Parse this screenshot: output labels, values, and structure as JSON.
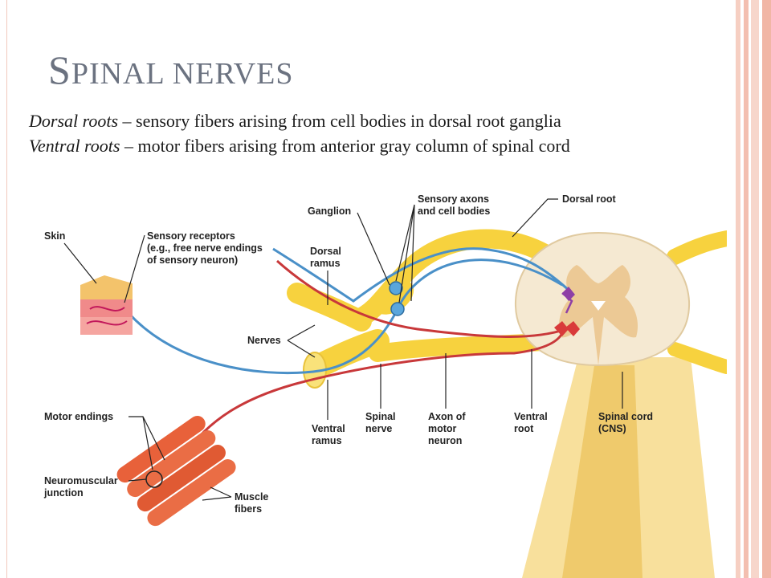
{
  "slide": {
    "title_first": "S",
    "title_rest": "pinal nerves",
    "bullets": [
      {
        "term": "Dorsal roots",
        "text": " – sensory fibers arising from cell bodies in dorsal root ganglia"
      },
      {
        "term": "Ventral roots",
        "text": " – motor fibers arising from anterior gray column of spinal cord"
      }
    ]
  },
  "diagram": {
    "labels": {
      "skin": "Skin",
      "sensory_receptors": [
        "Sensory receptors",
        "(e.g., free nerve endings",
        "of sensory neuron)"
      ],
      "ganglion": "Ganglion",
      "sensory_axons": [
        "Sensory axons",
        "and cell bodies"
      ],
      "dorsal_root": "Dorsal root",
      "dorsal_ramus": [
        "Dorsal",
        "ramus"
      ],
      "nerves": "Nerves",
      "motor_endings": "Motor endings",
      "neuromuscular_junction": [
        "Neuromuscular",
        "junction"
      ],
      "muscle_fibers": [
        "Muscle",
        "fibers"
      ],
      "ventral_ramus": [
        "Ventral",
        "ramus"
      ],
      "spinal_nerve": [
        "Spinal",
        "nerve"
      ],
      "axon_motor": [
        "Axon of",
        "motor",
        "neuron"
      ],
      "ventral_root": [
        "Ventral",
        "root"
      ],
      "spinal_cord": [
        "Spinal cord",
        "(CNS)"
      ]
    },
    "colors": {
      "nerve": "#f7d23e",
      "sensory_fiber": "#4a90c8",
      "motor_fiber": "#c8383a",
      "cord_white": "#f5e9d2",
      "cord_gray": "#ecc995",
      "muscle": "#e8613a",
      "skin": "#f3c36b"
    }
  }
}
